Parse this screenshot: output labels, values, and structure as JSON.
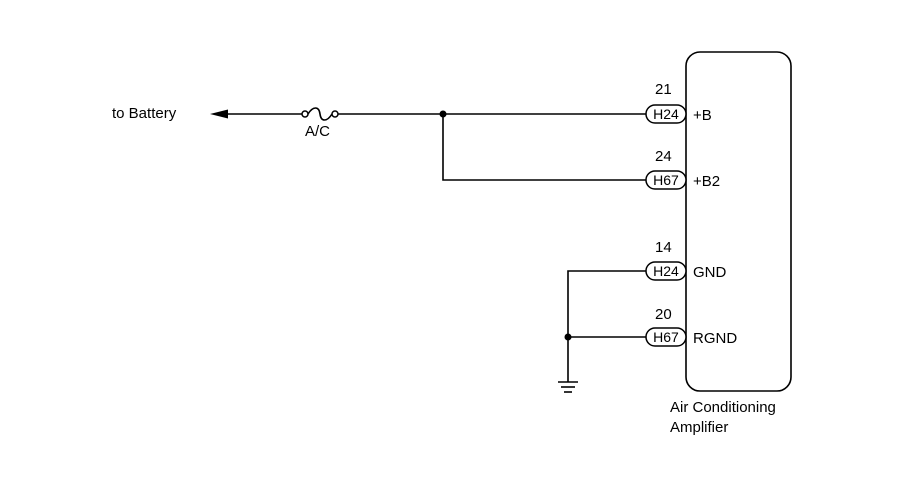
{
  "battery_label": "to Battery",
  "fuse_label": "A/C",
  "component": {
    "name_line1": "Air Conditioning",
    "name_line2": "Amplifier"
  },
  "pins": [
    {
      "number": "21",
      "connector": "H24",
      "terminal": "+B"
    },
    {
      "number": "24",
      "connector": "H67",
      "terminal": "+B2"
    },
    {
      "number": "14",
      "connector": "H24",
      "terminal": "GND"
    },
    {
      "number": "20",
      "connector": "H67",
      "terminal": "RGND"
    }
  ]
}
